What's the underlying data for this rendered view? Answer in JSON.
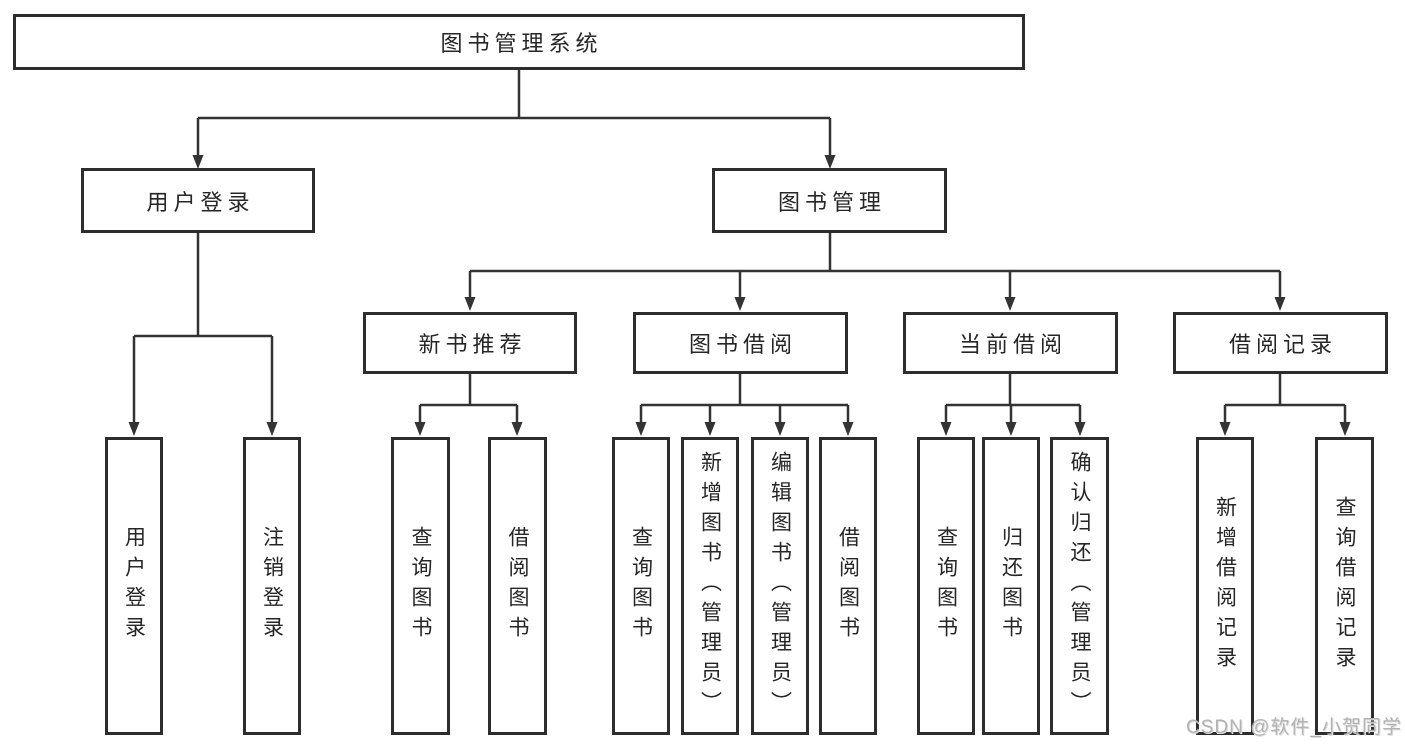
{
  "diagram": {
    "title": "图书管理系统",
    "root": {
      "label": "图书管理系统"
    },
    "level2": [
      {
        "id": "user-login",
        "label": "用户登录"
      },
      {
        "id": "book-management",
        "label": "图书管理"
      }
    ],
    "level3": [
      {
        "id": "new-book-recommendation",
        "parent": "图书管理",
        "label": "新书推荐"
      },
      {
        "id": "book-borrowing",
        "parent": "图书管理",
        "label": "图书借阅"
      },
      {
        "id": "current-borrowing",
        "parent": "图书管理",
        "label": "当前借阅"
      },
      {
        "id": "borrowing-records",
        "parent": "图书管理",
        "label": "借阅记录"
      }
    ],
    "leaves": [
      {
        "group": "用户登录",
        "label": "用户登录"
      },
      {
        "group": "用户登录",
        "label": "注销登录"
      },
      {
        "group": "新书推荐",
        "label": "查询图书"
      },
      {
        "group": "新书推荐",
        "label": "借阅图书"
      },
      {
        "group": "图书借阅",
        "label": "查询图书"
      },
      {
        "group": "图书借阅",
        "label": "新增图书（管理员）"
      },
      {
        "group": "图书借阅",
        "label": "编辑图书（管理员）"
      },
      {
        "group": "图书借阅",
        "label": "借阅图书"
      },
      {
        "group": "当前借阅",
        "label": "查询图书"
      },
      {
        "group": "当前借阅",
        "label": "归还图书"
      },
      {
        "group": "当前借阅",
        "label": "确认归还（管理员）"
      },
      {
        "group": "借阅记录",
        "label": "新增借阅记录"
      },
      {
        "group": "借阅记录",
        "label": "查询借阅记录"
      }
    ]
  },
  "watermark": "CSDN @软件_小贺同学",
  "colors": {
    "line": "#333333",
    "box_border": "#2d2d2d",
    "text": "#262626",
    "watermark": "#b3b3b3",
    "background": "#ffffff"
  }
}
